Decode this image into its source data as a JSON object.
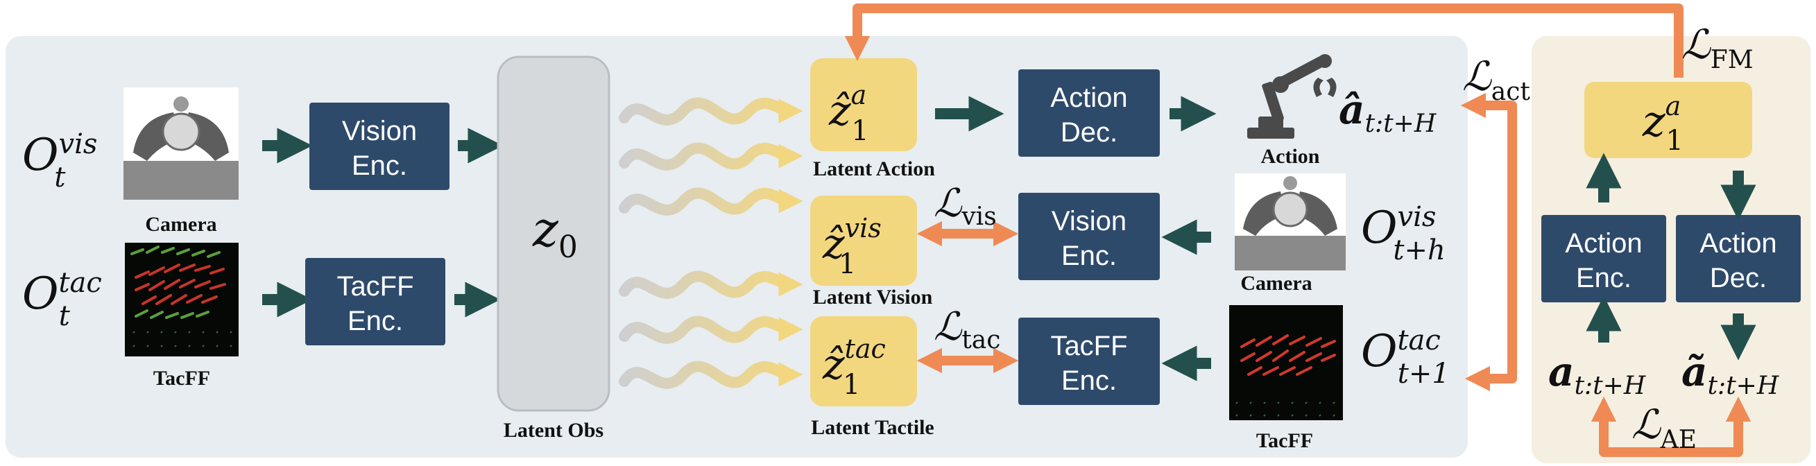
{
  "colors": {
    "panel_bg": "#e7edf0",
    "right_panel_bg": "#f5efe2",
    "encoder_box": "#2e4a6b",
    "latent_box": "#f3d77f",
    "latent_obs": "#d6d9dc",
    "dark_arrow": "#23504d",
    "orange_arrow": "#ef8a55"
  },
  "inputs": {
    "camera_label": "Camera",
    "tacff_label": "TacFF",
    "obs_vis": {
      "base": "O",
      "sup": "vis",
      "sub": "t"
    },
    "obs_tac": {
      "base": "O",
      "sup": "tac",
      "sub": "t"
    }
  },
  "encoders": {
    "vision": [
      "Vision",
      "Enc."
    ],
    "tacff": [
      "TacFF",
      "Enc."
    ]
  },
  "latent_obs": {
    "symbol": "z",
    "sub": "0",
    "label": "Latent Obs"
  },
  "latents": {
    "action": {
      "base": "ẑ",
      "sub": "1",
      "sup": "a",
      "label": "Latent Action"
    },
    "vision": {
      "base": "ẑ",
      "sub": "1",
      "sup": "vis",
      "label": "Latent Vision"
    },
    "tactile": {
      "base": "ẑ",
      "sub": "1",
      "sup": "tac",
      "label": "Latent Tactile"
    }
  },
  "middle_boxes": {
    "action_dec": [
      "Action",
      "Dec."
    ],
    "vision_enc": [
      "Vision",
      "Enc."
    ],
    "tacff_enc": [
      "TacFF",
      "Enc."
    ]
  },
  "losses": {
    "vis": {
      "base": "ℒ",
      "sub": "vis"
    },
    "tac": {
      "base": "ℒ",
      "sub": "tac"
    },
    "act": {
      "base": "ℒ",
      "sub": "act"
    },
    "fm": {
      "base": "ℒ",
      "sub": "FM"
    },
    "ae": {
      "base": "ℒ",
      "sub": "AE"
    }
  },
  "outputs": {
    "action_label": "Action",
    "action_hat": {
      "base": "â",
      "sub": "t:t+H"
    },
    "camera_label": "Camera",
    "tacff_label": "TacFF",
    "obs_vis_future": {
      "base": "O",
      "sup": "vis",
      "sub": "t+h"
    },
    "obs_tac_future": {
      "base": "O",
      "sup": "tac",
      "sub": "t+1"
    }
  },
  "right_panel": {
    "latent": {
      "base": "z",
      "sub": "1",
      "sup": "a"
    },
    "action_enc": [
      "Action",
      "Enc."
    ],
    "action_dec": [
      "Action",
      "Dec."
    ],
    "a": {
      "base": "a",
      "sub": "t:t+H"
    },
    "a_tilde": {
      "base": "ã",
      "sub": "t:t+H"
    }
  }
}
